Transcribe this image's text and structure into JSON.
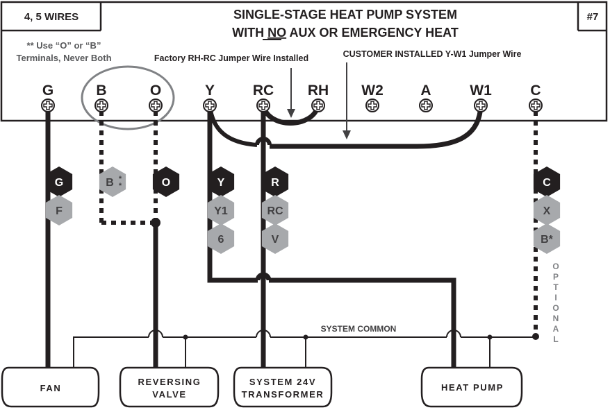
{
  "header": {
    "wires_label": "4, 5 WIRES",
    "title_line1": "SINGLE-STAGE HEAT PUMP SYSTEM",
    "title_line2_pre": "WITH ",
    "title_line2_underlined": "NO",
    "title_line2_post": " AUX OR EMERGENCY HEAT",
    "diagram_number": "#7"
  },
  "notes": {
    "ob_note_line1": "** Use “O” or “B”",
    "ob_note_line2": "Terminals, Never Both",
    "factory_jumper": "Factory RH-RC Jumper Wire Installed",
    "customer_jumper": "CUSTOMER INSTALLED Y-W1 Jumper Wire"
  },
  "terminals": [
    {
      "id": "G",
      "label": "G"
    },
    {
      "id": "B",
      "label": "B"
    },
    {
      "id": "O",
      "label": "O"
    },
    {
      "id": "Y",
      "label": "Y"
    },
    {
      "id": "RC",
      "label": "RC"
    },
    {
      "id": "RH",
      "label": "RH"
    },
    {
      "id": "W2",
      "label": "W2"
    },
    {
      "id": "A",
      "label": "A"
    },
    {
      "id": "W1",
      "label": "W1"
    },
    {
      "id": "C",
      "label": "C"
    }
  ],
  "wire_tags": {
    "G": [
      {
        "label": "G",
        "style": "dark"
      },
      {
        "label": "F",
        "style": "light"
      }
    ],
    "B": [
      {
        "label": "B",
        "suffix": "**",
        "style": "light"
      }
    ],
    "O": [
      {
        "label": "O",
        "style": "dark"
      }
    ],
    "Y": [
      {
        "label": "Y",
        "style": "dark"
      },
      {
        "label": "Y1",
        "style": "light"
      },
      {
        "label": "6",
        "style": "light"
      }
    ],
    "R": [
      {
        "label": "R",
        "style": "dark"
      },
      {
        "label": "RC",
        "style": "light"
      },
      {
        "label": "V",
        "style": "light"
      }
    ],
    "C": [
      {
        "label": "C",
        "style": "dark"
      },
      {
        "label": "X",
        "style": "light"
      },
      {
        "label": "B*",
        "style": "light"
      }
    ]
  },
  "optional_label": "OPTIONAL",
  "system_common_label": "SYSTEM COMMON",
  "devices": {
    "fan": {
      "line1": "FAN",
      "line2": ""
    },
    "reversing_valve": {
      "line1": "REVERSING",
      "line2": "VALVE"
    },
    "transformer": {
      "line1": "SYSTEM 24V",
      "line2": "TRANSFORMER"
    },
    "heat_pump": {
      "line1": "HEAT PUMP",
      "line2": ""
    }
  },
  "colors": {
    "ink": "#231f20",
    "hex_dark": "#231f20",
    "hex_light": "#a7a9ac",
    "hex_light_text": "#414042",
    "ellipse": "#808285",
    "note_gray": "#58595b"
  }
}
